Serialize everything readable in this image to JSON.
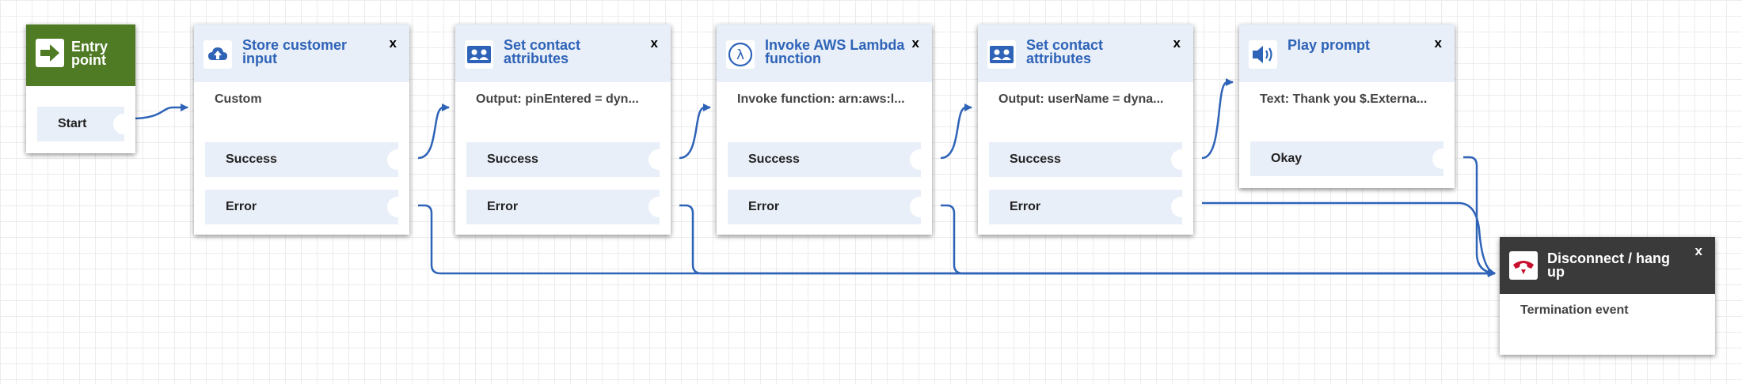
{
  "colors": {
    "accent": "#2e63b8",
    "entry_header": "#4f7b25",
    "disconnect_header": "#3a3a3a",
    "block_tint": "#e9eff8",
    "wire": "#2e63b8"
  },
  "close_label": "x",
  "entry": {
    "title": "Entry point",
    "icon": "arrow-right-icon",
    "branch": "Start"
  },
  "blocks": [
    {
      "title": "Store customer input",
      "icon": "cloud-upload-icon",
      "desc": "Custom",
      "branches": [
        "Success",
        "Error"
      ]
    },
    {
      "title": "Set contact attributes",
      "icon": "contact-attributes-icon",
      "desc": "Output: pinEntered = dyn...",
      "branches": [
        "Success",
        "Error"
      ]
    },
    {
      "title": "Invoke AWS Lambda function",
      "icon": "lambda-icon",
      "desc": "Invoke function: arn:aws:l...",
      "branches": [
        "Success",
        "Error"
      ]
    },
    {
      "title": "Set contact attributes",
      "icon": "contact-attributes-icon",
      "desc": "Output: userName = dyna...",
      "branches": [
        "Success",
        "Error"
      ]
    },
    {
      "title": "Play prompt",
      "icon": "speaker-icon",
      "desc": "Text: Thank you $.Externa...",
      "branches": [
        "Okay"
      ]
    }
  ],
  "disconnect": {
    "title": "Disconnect / hang up",
    "icon": "hang-up-phone-icon",
    "desc": "Termination event"
  }
}
